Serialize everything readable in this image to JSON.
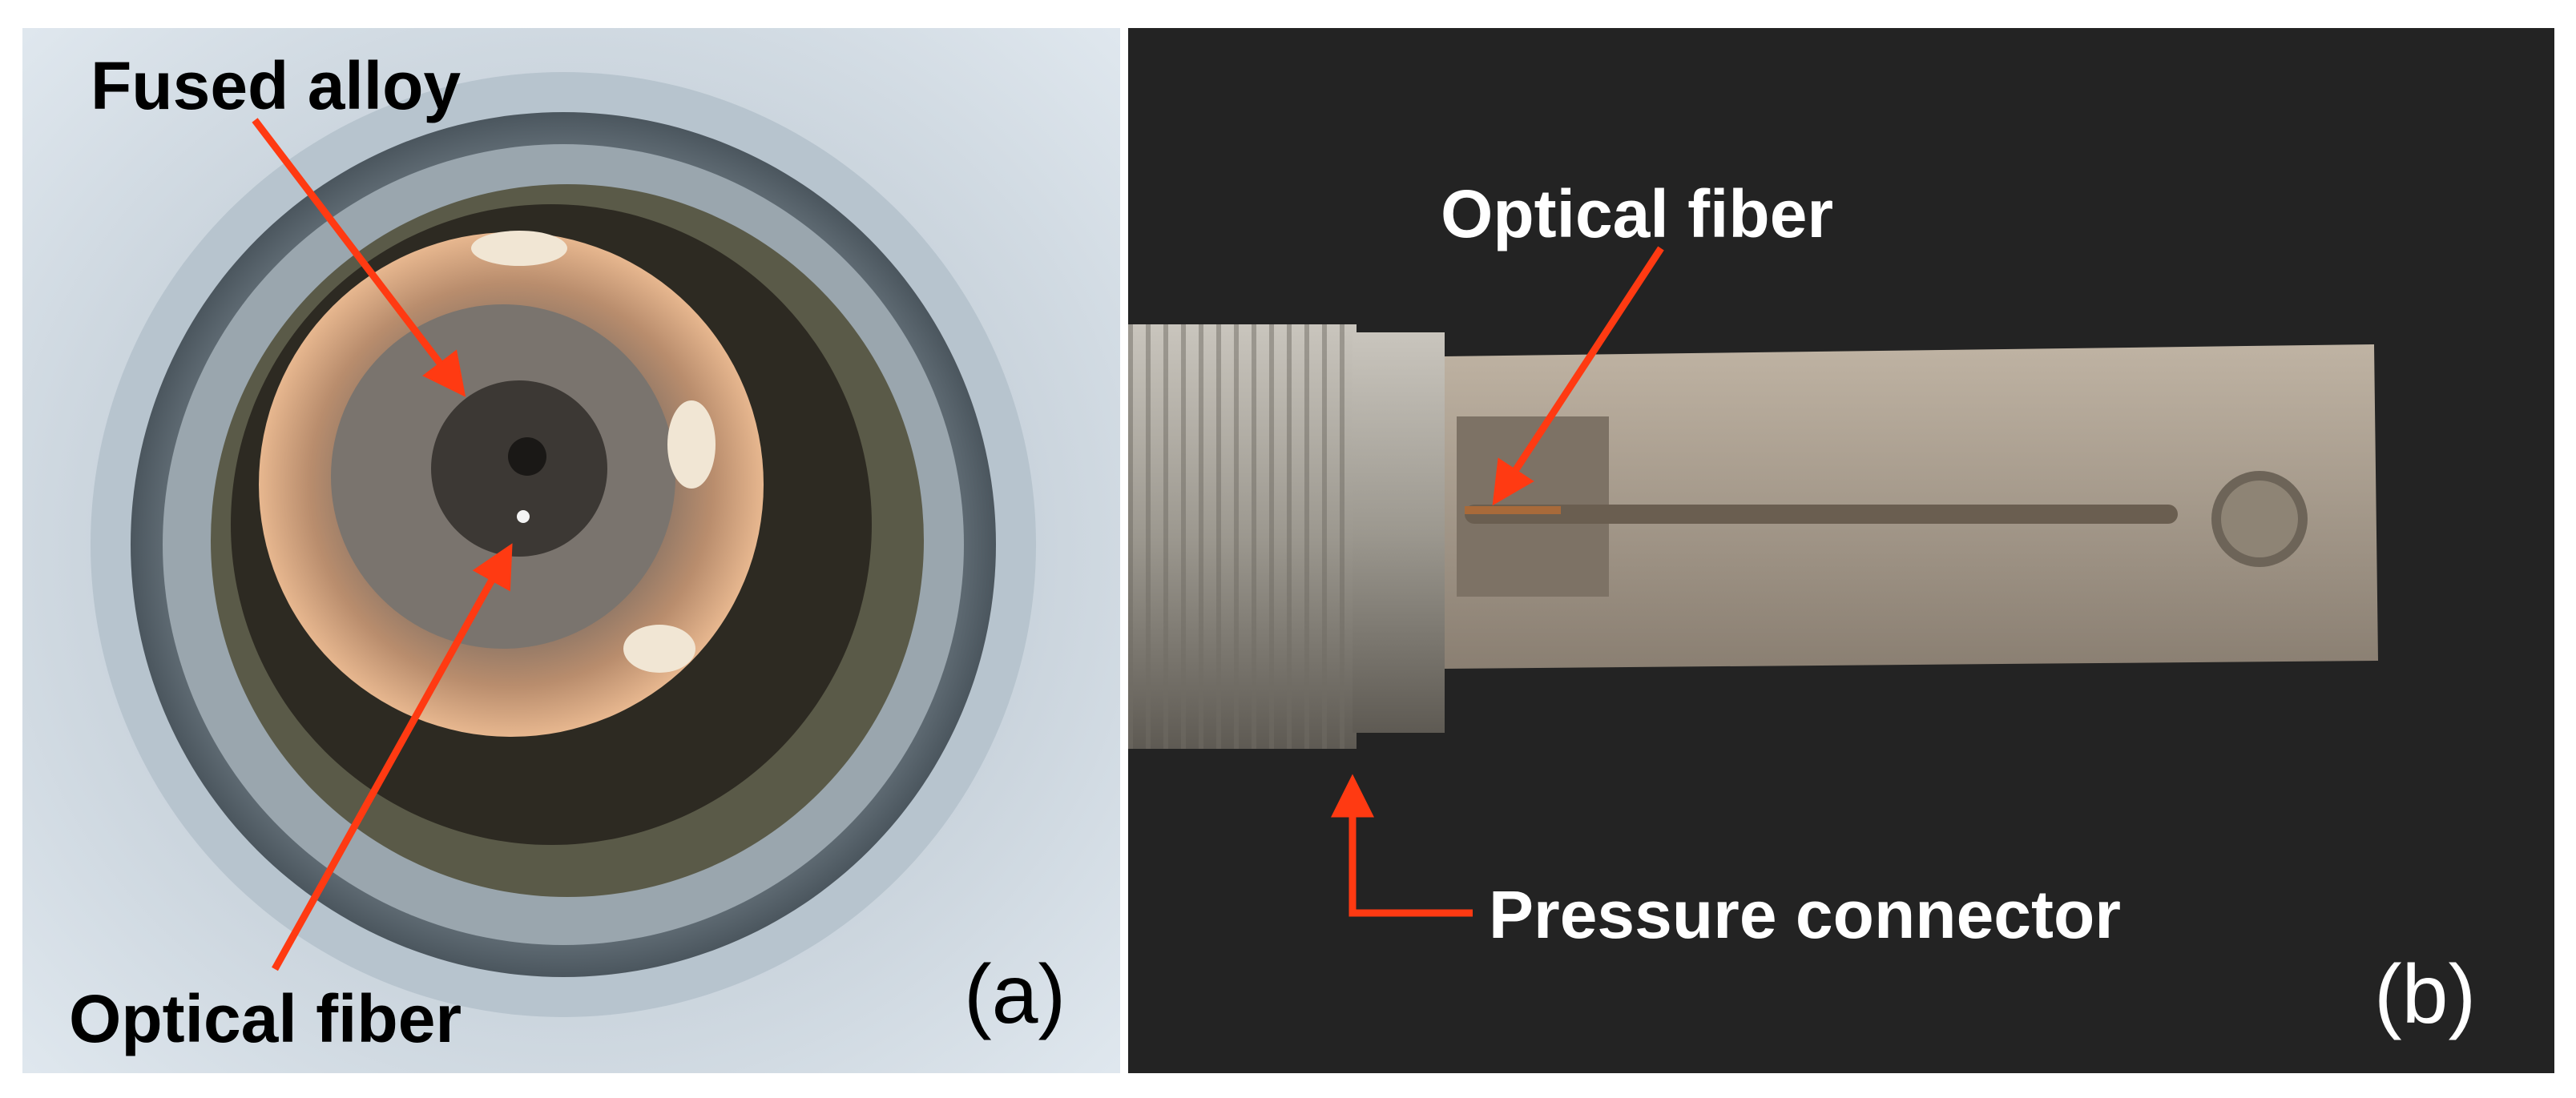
{
  "panel_a": {
    "label_top": "Fused alloy",
    "label_bottom": "Optical fiber",
    "tag": "(a)"
  },
  "panel_b": {
    "label_top": "Optical fiber",
    "label_bottom": "Pressure connector",
    "tag": "(b)"
  },
  "colors": {
    "arrow": "#ff3a12",
    "panel_a_background": "#c9d6e0",
    "panel_b_background": "#1c1c1c"
  }
}
